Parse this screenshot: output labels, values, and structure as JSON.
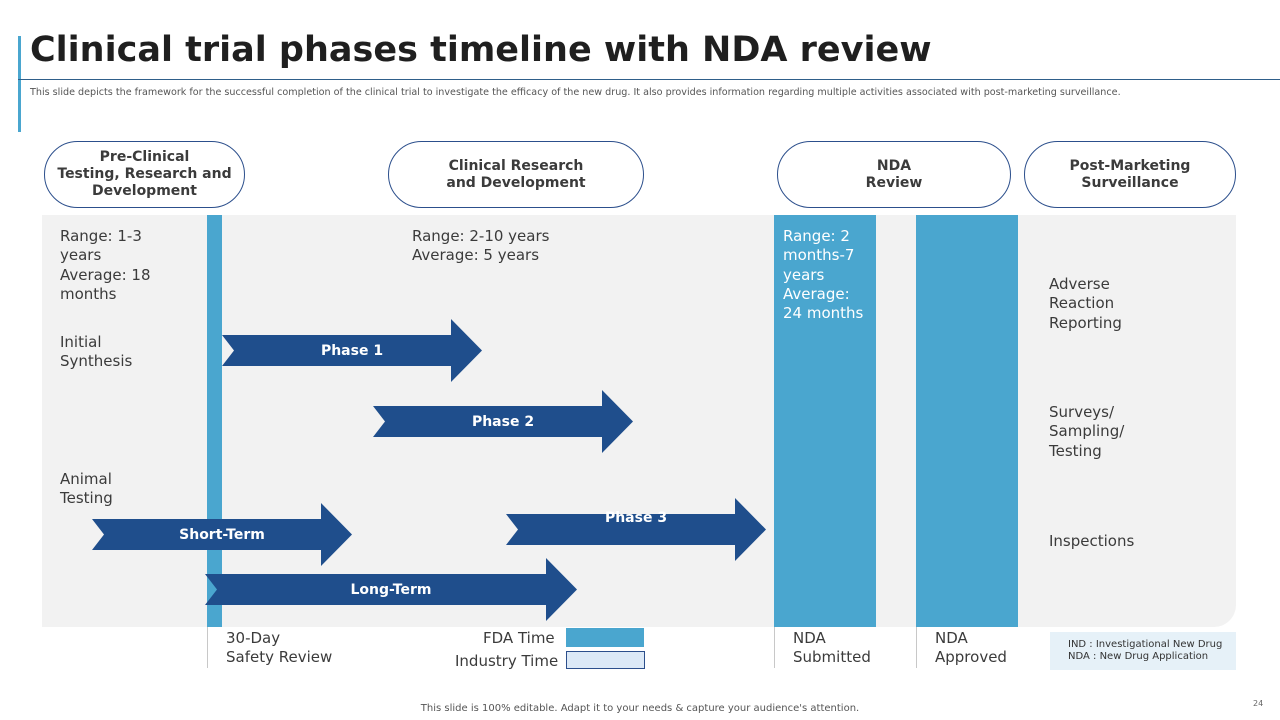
{
  "slide": {
    "title": "Clinical trial phases timeline with NDA review",
    "subtitle": "This slide depicts the framework for the successful completion of the clinical trial to investigate the efficacy of the new drug. It also provides information regarding multiple activities associated with post-marketing surveillance.",
    "footer": "This slide is 100% editable. Adapt it to your needs & capture your audience's attention.",
    "page_number": "24"
  },
  "stages": [
    {
      "label": "Pre-Clinical\nTesting, Research and\nDevelopment"
    },
    {
      "label": "Clinical Research\nand Development"
    },
    {
      "label": "NDA\nReview"
    },
    {
      "label": "Post-Marketing\nSurveillance"
    }
  ],
  "ranges": {
    "preclinical": "Range: 1-3\nyears\nAverage: 18\nmonths",
    "clinical": "Range: 2-10 years\nAverage: 5 years",
    "nda": "Range: 2\nmonths-7\nyears\nAverage:\n24 months"
  },
  "preclinical_items": {
    "initial_synthesis": "Initial\nSynthesis",
    "animal_testing": "Animal\nTesting"
  },
  "arrows": {
    "phase1": "Phase 1",
    "phase2": "Phase 2",
    "phase3": "Phase 3",
    "short_term": "Short-Term",
    "long_term": "Long-Term"
  },
  "post_marketing_items": [
    "Adverse\nReaction\nReporting",
    "Surveys/\nSampling/\nTesting",
    "Inspections"
  ],
  "milestones": {
    "safety_review": "30-Day\nSafety Review",
    "nda_submitted": "NDA\nSubmitted",
    "nda_approved": "NDA\nApproved"
  },
  "legend": {
    "fda_time": "FDA Time",
    "industry_time": "Industry Time"
  },
  "abbreviations": "IND : Investigational New Drug\nNDA : New Drug Application",
  "colors": {
    "fda_blue": "#4aa6cf",
    "arrow_navy": "#1f4e8c",
    "industry_fill": "#dce9f7",
    "panel_grey": "#f2f2f2"
  }
}
